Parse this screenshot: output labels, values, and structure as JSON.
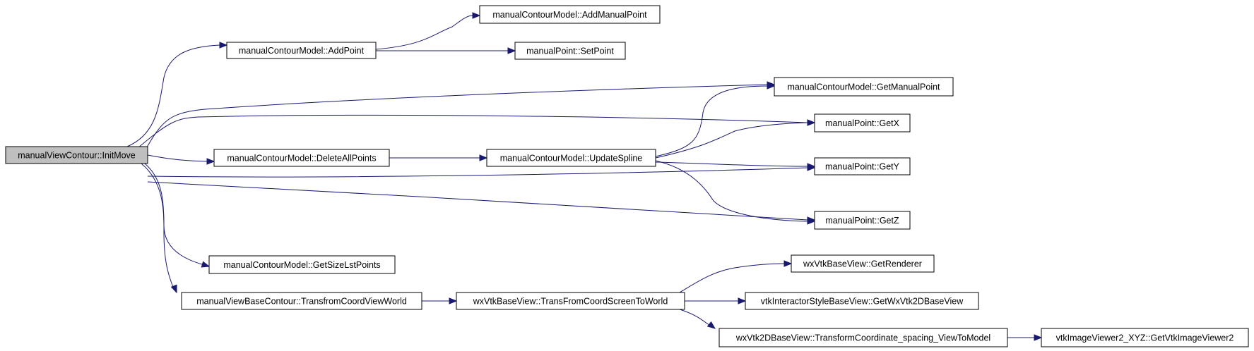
{
  "diagram": {
    "colors": {
      "edge": "#191970",
      "root_fill": "#bfbfbf",
      "node_fill": "#ffffff",
      "node_border": "#000000"
    },
    "nodes": [
      {
        "id": "n_initmove",
        "label": "manualViewContour::InitMove",
        "root": true
      },
      {
        "id": "n_addpoint",
        "label": "manualContourModel::AddPoint"
      },
      {
        "id": "n_addmanualpoint",
        "label": "manualContourModel::AddManualPoint"
      },
      {
        "id": "n_setpoint",
        "label": "manualPoint::SetPoint"
      },
      {
        "id": "n_getmanualpoint",
        "label": "manualContourModel::GetManualPoint"
      },
      {
        "id": "n_getx",
        "label": "manualPoint::GetX"
      },
      {
        "id": "n_deleteall",
        "label": "manualContourModel::DeleteAllPoints"
      },
      {
        "id": "n_updatespline",
        "label": "manualContourModel::UpdateSpline"
      },
      {
        "id": "n_gety",
        "label": "manualPoint::GetY"
      },
      {
        "id": "n_getz",
        "label": "manualPoint::GetZ"
      },
      {
        "id": "n_getsize",
        "label": "manualContourModel::GetSizeLstPoints"
      },
      {
        "id": "n_transfromcoord",
        "label": "manualViewBaseContour::TransfromCoordViewWorld"
      },
      {
        "id": "n_transscreen",
        "label": "wxVtkBaseView::TransFromCoordScreenToWorld"
      },
      {
        "id": "n_getrenderer",
        "label": "wxVtkBaseView::GetRenderer"
      },
      {
        "id": "n_getwxvtk2d",
        "label": "vtkInteractorStyleBaseView::GetWxVtk2DBaseView"
      },
      {
        "id": "n_transformspacing",
        "label": "wxVtk2DBaseView::TransformCoordinate_spacing_ViewToModel"
      },
      {
        "id": "n_getimageviewer",
        "label": "vtkImageViewer2_XYZ::GetVtkImageViewer2"
      }
    ],
    "edges": [
      {
        "from": "n_initmove",
        "to": "n_addpoint"
      },
      {
        "from": "n_initmove",
        "to": "n_getmanualpoint"
      },
      {
        "from": "n_initmove",
        "to": "n_getx"
      },
      {
        "from": "n_initmove",
        "to": "n_deleteall"
      },
      {
        "from": "n_initmove",
        "to": "n_gety"
      },
      {
        "from": "n_initmove",
        "to": "n_getz"
      },
      {
        "from": "n_initmove",
        "to": "n_getsize"
      },
      {
        "from": "n_initmove",
        "to": "n_transfromcoord"
      },
      {
        "from": "n_addpoint",
        "to": "n_addmanualpoint"
      },
      {
        "from": "n_addpoint",
        "to": "n_setpoint"
      },
      {
        "from": "n_deleteall",
        "to": "n_updatespline"
      },
      {
        "from": "n_updatespline",
        "to": "n_getmanualpoint"
      },
      {
        "from": "n_updatespline",
        "to": "n_getx"
      },
      {
        "from": "n_updatespline",
        "to": "n_gety"
      },
      {
        "from": "n_updatespline",
        "to": "n_getz"
      },
      {
        "from": "n_transfromcoord",
        "to": "n_transscreen"
      },
      {
        "from": "n_transscreen",
        "to": "n_getrenderer"
      },
      {
        "from": "n_transscreen",
        "to": "n_getwxvtk2d"
      },
      {
        "from": "n_transscreen",
        "to": "n_transformspacing"
      },
      {
        "from": "n_transformspacing",
        "to": "n_getimageviewer"
      }
    ]
  }
}
